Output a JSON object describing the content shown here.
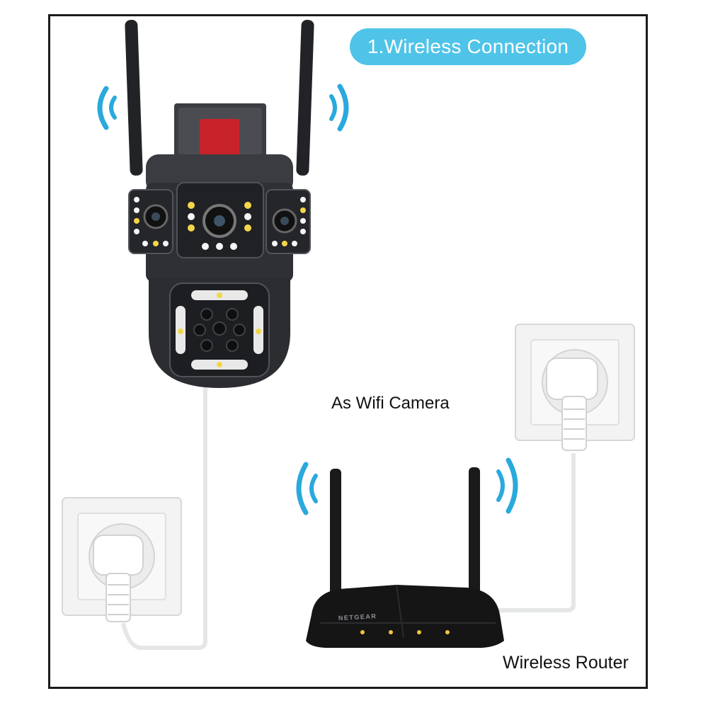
{
  "banner": {
    "label": "1.Wireless Connection"
  },
  "camera": {
    "caption": "As Wifi Camera"
  },
  "router": {
    "caption": "Wireless Router",
    "brand": "NETGEAR"
  },
  "colors": {
    "accent": "#4fc4e8",
    "wave": "#2aa9dd",
    "device": "#2b2d31",
    "router": "#151516"
  },
  "icons": [
    "wifi-wave-icon",
    "power-socket-icon",
    "power-plug-icon",
    "antenna-icon"
  ]
}
